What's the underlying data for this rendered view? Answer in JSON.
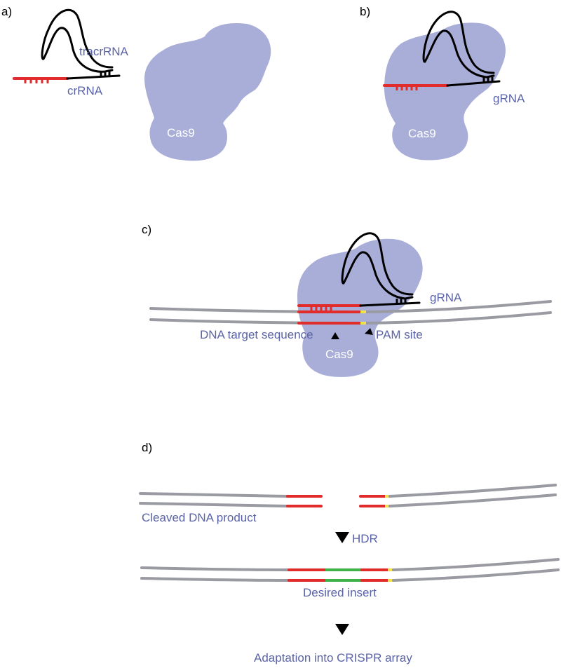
{
  "panels": {
    "a": {
      "letter": "a)",
      "tracrrna_label": "tracrRNA",
      "crrna_label": "crRNA",
      "cas9_label": "Cas9"
    },
    "b": {
      "letter": "b)",
      "grna_label": "gRNA",
      "cas9_label": "Cas9"
    },
    "c": {
      "letter": "c)",
      "grna_label": "gRNA",
      "target_label": "DNA target sequence",
      "pam_label": "PAM site",
      "cas9_label": "Cas9"
    },
    "d": {
      "letter": "d)",
      "cleaved_label": "Cleaved DNA product",
      "hdr_label": "HDR",
      "insert_label": "Desired insert",
      "adaptation_label": "Adaptation into CRISPR array"
    }
  },
  "colors": {
    "cas9": "#a9aed8",
    "label_text": "#5a63a6",
    "crrna_spacer": "#e22b2b",
    "rna_backbone": "#000000",
    "dna": "#999aa2",
    "pam": "#f5e24a",
    "insert": "#3fb24a"
  }
}
